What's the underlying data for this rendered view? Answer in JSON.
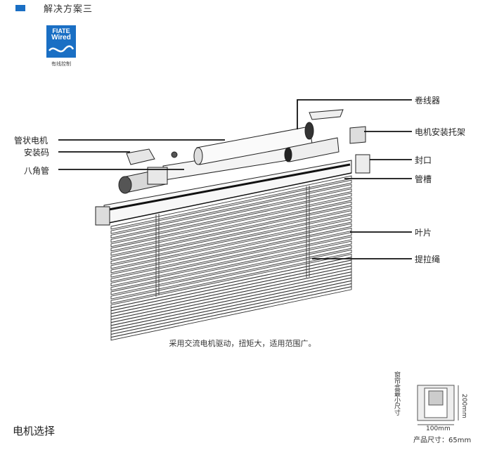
{
  "section": {
    "title": "解决方案三",
    "marker_color": "#1a6fc4"
  },
  "logo": {
    "line1": "FIATE",
    "line2": "Wired",
    "caption": "有线控制",
    "color": "#1a6fc4",
    "icon": "wave-icon"
  },
  "callouts": {
    "tubular_motor": "管状电机",
    "mount_bracket": "安装码",
    "octagonal_tube": "八角管",
    "cord_reel": "卷线器",
    "motor_bracket": "电机安装托架",
    "end_cap": "封口",
    "head_rail": "管槽",
    "slat": "叶片",
    "lift_cord": "提拉绳"
  },
  "caption": "采用交流电机驱动，扭矩大，适用范围广。",
  "motor_selection_title": "电机选择",
  "box_spec": {
    "vertical_label": "窗帘盒最小尺寸",
    "width": "100mm",
    "height": "200mm",
    "product_size": "产品尺寸：65mm"
  }
}
